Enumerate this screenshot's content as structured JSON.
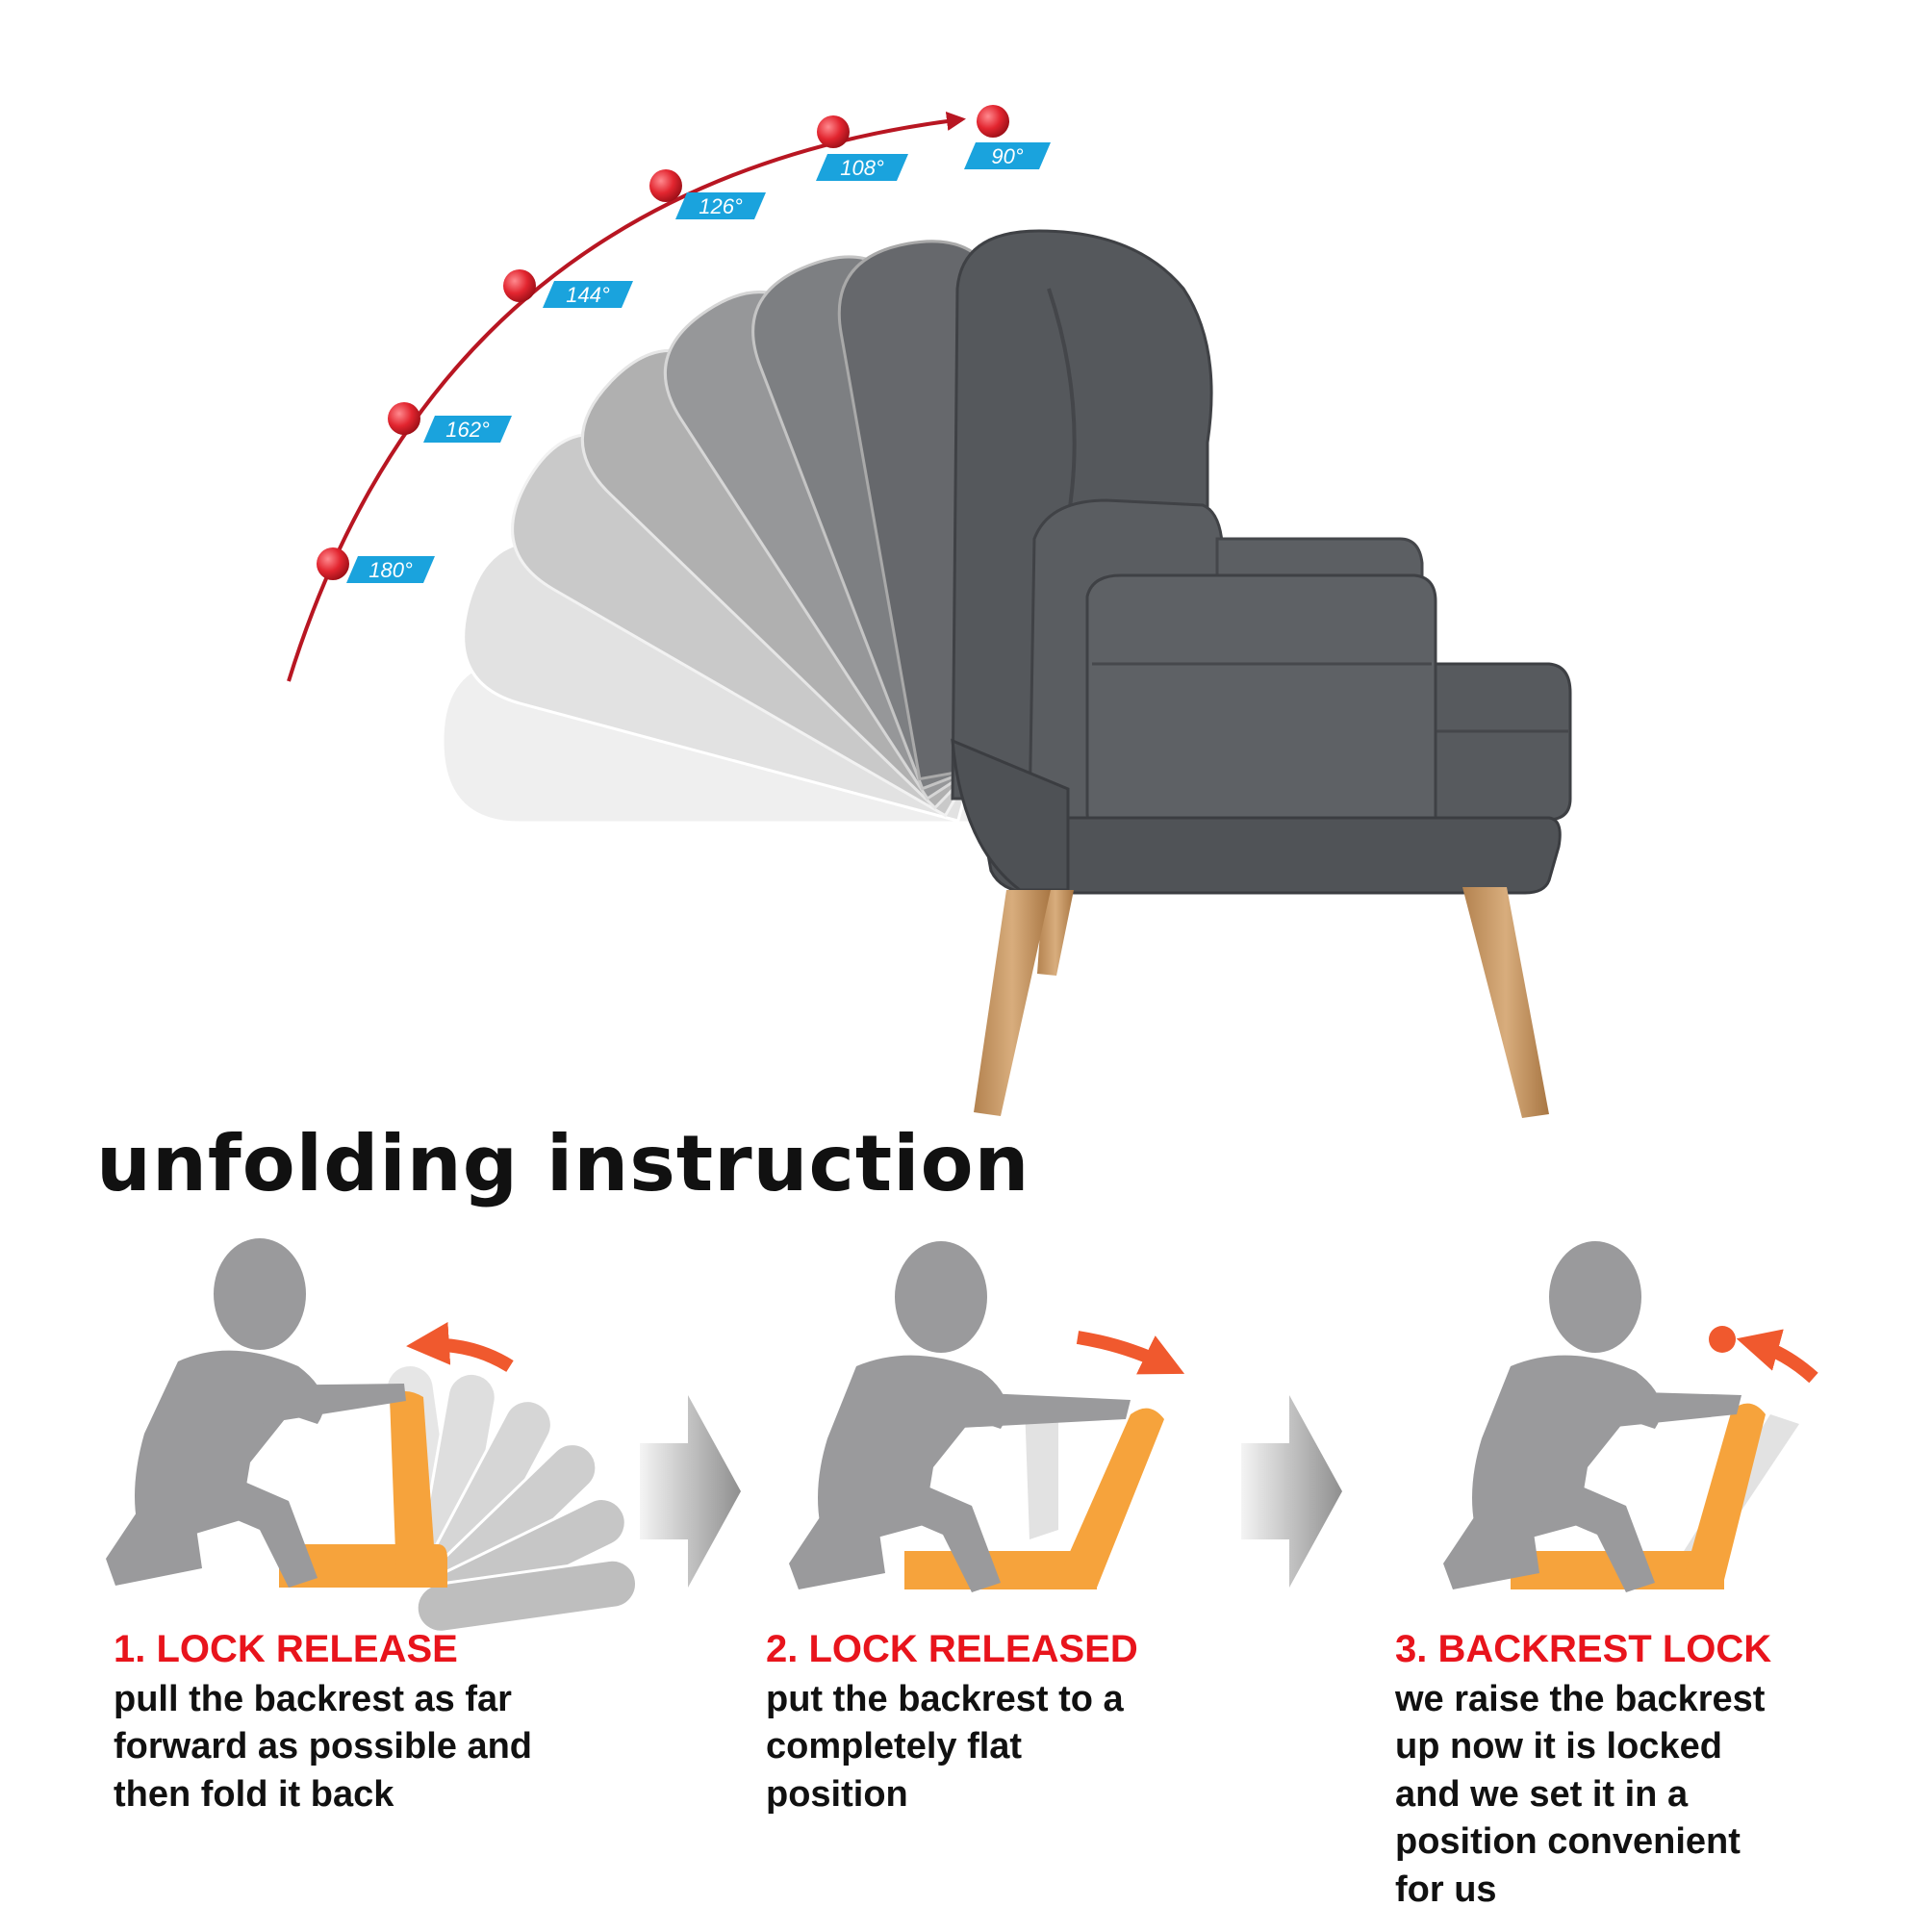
{
  "diagram": {
    "angles": [
      "90°",
      "108°",
      "126°",
      "144°",
      "162°",
      "180°"
    ],
    "heading": "unfolding instruction",
    "steps": [
      {
        "title": "1. LOCK RELEASE",
        "text": "pull the backrest as far\nforward as possible and\nthen fold it back"
      },
      {
        "title": "2. LOCK RELEASED",
        "text": "put the backrest to a\ncompletely flat\nposition"
      },
      {
        "title": "3. BACKREST LOCK",
        "text": "we raise the backrest\nup now it is locked\nand we set it in a\nposition convenient\nfor us"
      }
    ]
  },
  "colors": {
    "accent_red": "#e8141c",
    "arc_red": "#b81622",
    "tag_blue": "#1aa3dd",
    "fabric_gray": "#55585c",
    "wood": "#c99a68",
    "figure_gray": "#9a9a9c",
    "seat_orange": "#f6a33c",
    "step_arrow": "#f0592e"
  }
}
